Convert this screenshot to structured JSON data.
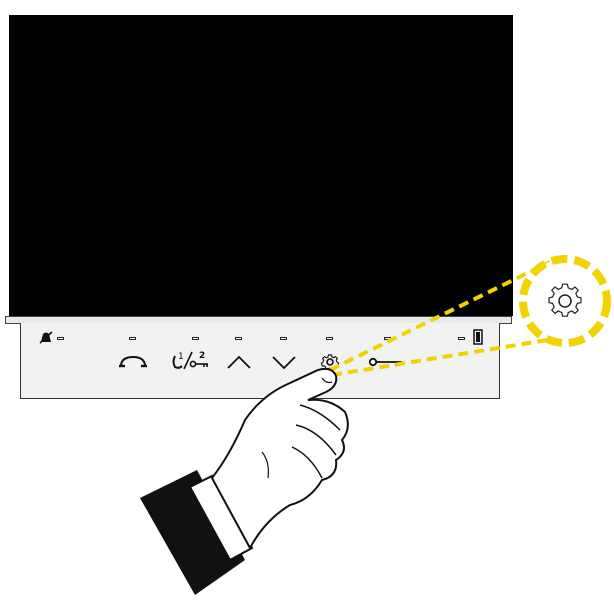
{
  "device": {
    "screen_color": "#000000",
    "panel_color": "#f2f2f2"
  },
  "panel": {
    "status_left_icon": "muted-bell-icon",
    "status_right_icon": "door-icon",
    "buttons": [
      {
        "name": "handset-button",
        "icon": "handset-icon"
      },
      {
        "name": "door-select-button",
        "icon": "door-1-2-key-icon",
        "labels": [
          "1",
          "2"
        ]
      },
      {
        "name": "up-button",
        "icon": "chevron-up-icon"
      },
      {
        "name": "down-button",
        "icon": "chevron-down-icon"
      },
      {
        "name": "settings-button",
        "icon": "gear-icon"
      },
      {
        "name": "key-button",
        "icon": "key-icon"
      }
    ]
  },
  "callout": {
    "icon": "gear-icon",
    "highlight_color": "#f2d300"
  },
  "hand": {
    "action": "press",
    "target": "settings-button"
  }
}
